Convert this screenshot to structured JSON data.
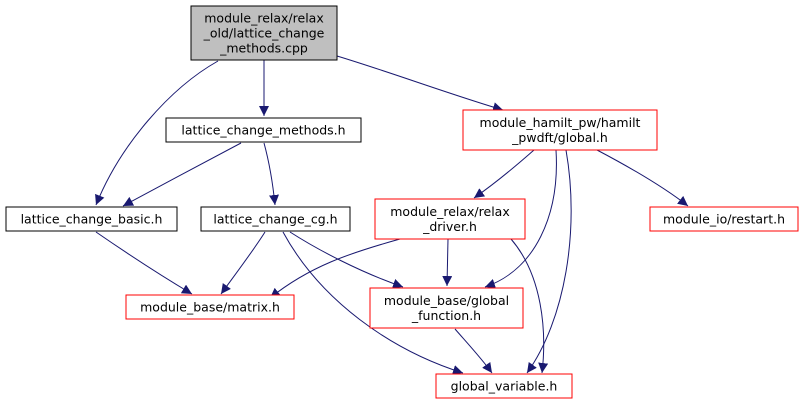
{
  "colors": {
    "root_fill": "#bfbfbf",
    "root_stroke": "#000000",
    "plain_stroke": "#000000",
    "incomplete_stroke": "#ff0000",
    "edge": "#191970"
  },
  "nodes": [
    {
      "id": "root",
      "kind": "root",
      "lines": [
        "module_relax/relax",
        "_old/lattice_change",
        "_methods.cpp"
      ]
    },
    {
      "id": "lattice_change_methods_h",
      "kind": "plain",
      "lines": [
        "lattice_change_methods.h"
      ]
    },
    {
      "id": "hamilt_global_h",
      "kind": "incomplete",
      "lines": [
        "module_hamilt_pw/hamilt",
        "_pwdft/global.h"
      ]
    },
    {
      "id": "lattice_change_basic_h",
      "kind": "plain",
      "lines": [
        "lattice_change_basic.h"
      ]
    },
    {
      "id": "lattice_change_cg_h",
      "kind": "plain",
      "lines": [
        "lattice_change_cg.h"
      ]
    },
    {
      "id": "relax_driver_h",
      "kind": "incomplete",
      "lines": [
        "module_relax/relax",
        "_driver.h"
      ]
    },
    {
      "id": "restart_h",
      "kind": "incomplete",
      "lines": [
        "module_io/restart.h"
      ]
    },
    {
      "id": "matrix_h",
      "kind": "incomplete",
      "lines": [
        "module_base/matrix.h"
      ]
    },
    {
      "id": "global_function_h",
      "kind": "incomplete",
      "lines": [
        "module_base/global",
        "_function.h"
      ]
    },
    {
      "id": "global_variable_h",
      "kind": "incomplete",
      "lines": [
        "global_variable.h"
      ]
    }
  ],
  "edges": [
    {
      "from": "root",
      "to": "lattice_change_methods_h"
    },
    {
      "from": "root",
      "to": "lattice_change_basic_h"
    },
    {
      "from": "root",
      "to": "hamilt_global_h"
    },
    {
      "from": "lattice_change_methods_h",
      "to": "lattice_change_basic_h"
    },
    {
      "from": "lattice_change_methods_h",
      "to": "lattice_change_cg_h"
    },
    {
      "from": "lattice_change_basic_h",
      "to": "matrix_h"
    },
    {
      "from": "lattice_change_cg_h",
      "to": "matrix_h"
    },
    {
      "from": "lattice_change_cg_h",
      "to": "global_function_h"
    },
    {
      "from": "lattice_change_cg_h",
      "to": "global_variable_h"
    },
    {
      "from": "hamilt_global_h",
      "to": "relax_driver_h"
    },
    {
      "from": "hamilt_global_h",
      "to": "global_function_h"
    },
    {
      "from": "hamilt_global_h",
      "to": "global_variable_h"
    },
    {
      "from": "hamilt_global_h",
      "to": "restart_h"
    },
    {
      "from": "relax_driver_h",
      "to": "matrix_h"
    },
    {
      "from": "relax_driver_h",
      "to": "global_function_h"
    },
    {
      "from": "relax_driver_h",
      "to": "global_variable_h"
    },
    {
      "from": "global_function_h",
      "to": "global_variable_h"
    }
  ]
}
